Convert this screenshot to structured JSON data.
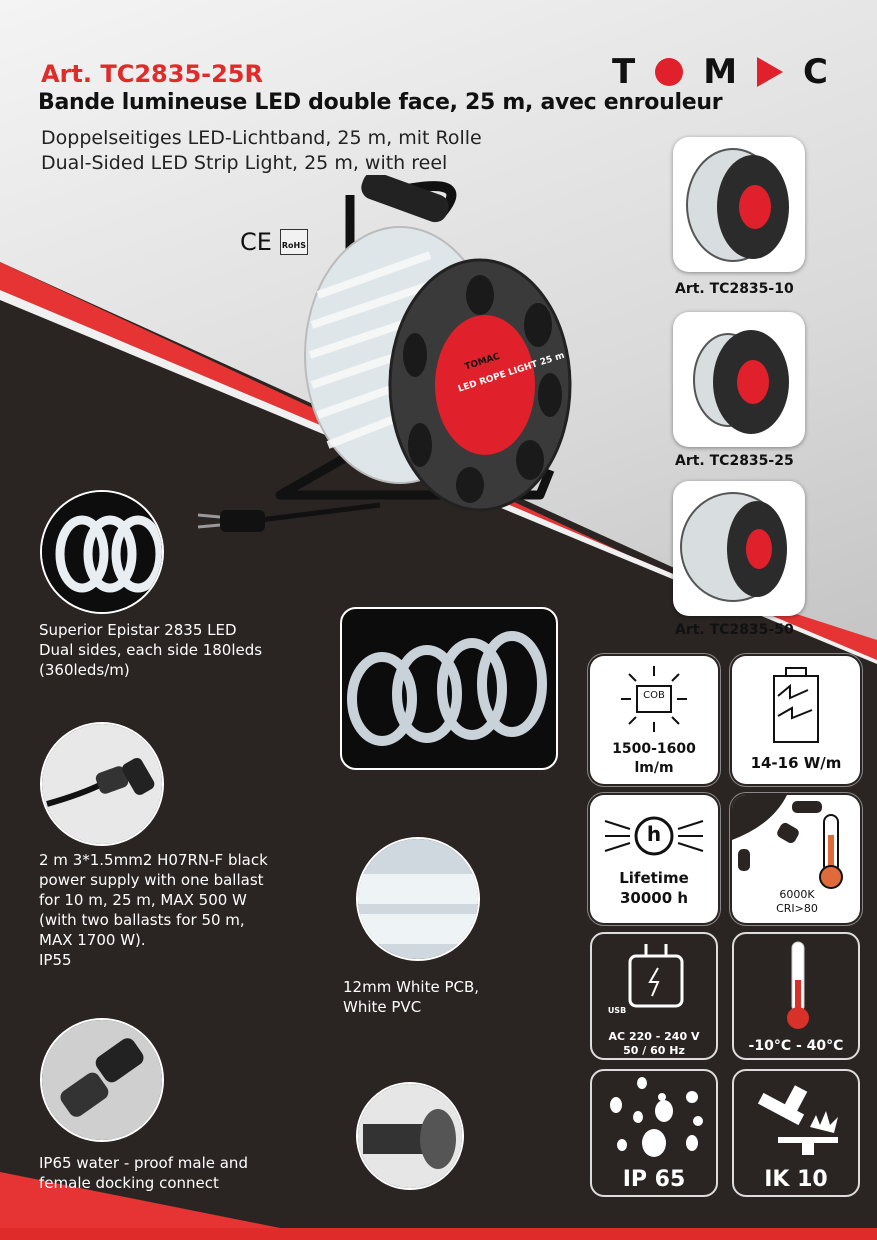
{
  "header": {
    "article": "Art. TC2835-25R",
    "title_fr": "Bande lumineuse LED double face, 25 m, avec enrouleur",
    "title_de": "Doppelseitiges LED-Lichtband, 25 m, mit Rolle",
    "title_en": "Dual-Sided LED Strip Light, 25 m, with reel"
  },
  "brand": {
    "letters": [
      "T",
      "M",
      "C"
    ],
    "accent": "#e0202a"
  },
  "certifications": {
    "ce": "CE",
    "rohs": "RoHS"
  },
  "reel_label": {
    "brand": "TOMAC",
    "text": "LED ROPE LIGHT 25 m"
  },
  "variants": [
    {
      "label": "Art. TC2835-10"
    },
    {
      "label": "Art. TC2835-25"
    },
    {
      "label": "Art. TC2835-50"
    }
  ],
  "features": [
    {
      "icon": "led-strip-coil-icon",
      "text": [
        "Superior Epistar 2835 LED",
        "Dual sides, each side 180leds",
        "(360leds/m)"
      ]
    },
    {
      "icon": "power-plug-icon",
      "text": [
        "2 m 3*1.5mm2 H07RN-F black",
        "power supply with one ballast",
        "for 10 m, 25 m, MAX 500 W",
        "(with two ballasts for 50 m,",
        "MAX 1700 W).",
        "IP55"
      ]
    },
    {
      "icon": "waterproof-connector-icon",
      "text": [
        "IP65 water - proof male and",
        "female docking connect"
      ]
    }
  ],
  "pcb_text": [
    "12mm White PCB,",
    "White PVC"
  ],
  "specs": {
    "lumen": {
      "chip": "COB",
      "value": [
        "1500-1600",
        "lm/m"
      ]
    },
    "power": {
      "value": "14-16 W/m"
    },
    "lifetime": {
      "symbol": "h",
      "value": [
        "Lifetime",
        "30000 h"
      ]
    },
    "color_temp": {
      "value": [
        "6000K",
        "CRI>80"
      ]
    },
    "voltage": {
      "usb": "USB",
      "value": [
        "AC 220 - 240 V",
        "50 / 60 Hz"
      ]
    },
    "temp_range": {
      "value": "-10°C - 40°C"
    },
    "ip": {
      "value": "IP 65"
    },
    "ik": {
      "value": "IK 10"
    }
  },
  "colors": {
    "red": "#e02b2b",
    "dark": "#2a2422"
  }
}
